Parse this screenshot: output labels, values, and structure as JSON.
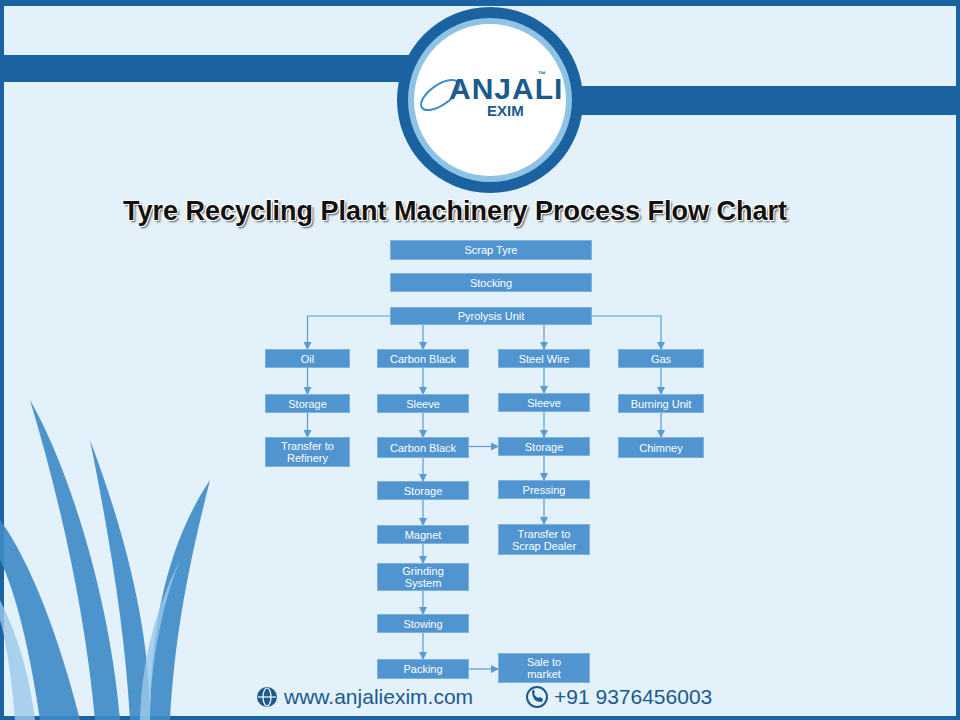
{
  "diagram": {
    "title": "Tyre Recycling Plant Machinery Process Flow Chart",
    "nodes": [
      {
        "text": [
          "Scrap Tyre"
        ]
      },
      {
        "text": [
          "Stocking"
        ]
      },
      {
        "text": [
          "Pyrolysis Unit"
        ]
      },
      {
        "text": [
          "Oil"
        ]
      },
      {
        "text": [
          "Carbon Black"
        ]
      },
      {
        "text": [
          "Steel Wire"
        ]
      },
      {
        "text": [
          "Gas"
        ]
      },
      {
        "text": [
          "Storage"
        ]
      },
      {
        "text": [
          "Sleeve"
        ]
      },
      {
        "text": [
          "Sleeve"
        ]
      },
      {
        "text": [
          "Burning Unit"
        ]
      },
      {
        "text": [
          "Transfer to Refinery"
        ]
      },
      {
        "text": [
          "Carbon Black"
        ]
      },
      {
        "text": [
          "Storage"
        ]
      },
      {
        "text": [
          "Chimney"
        ]
      },
      {
        "text": [
          "Storage"
        ]
      },
      {
        "text": [
          "Pressing"
        ]
      },
      {
        "text": [
          "Magnet"
        ]
      },
      {
        "text": [
          "Transfer to Scrap Dealer"
        ]
      },
      {
        "text": [
          "Grinding System"
        ]
      },
      {
        "text": [
          "Stowing"
        ]
      },
      {
        "text": [
          "Packing"
        ]
      },
      {
        "text": [
          "Sale to market"
        ]
      }
    ],
    "edges": [
      {
        "from": 2,
        "to": 3,
        "arrow": "to"
      },
      {
        "from": 2,
        "to": 4,
        "arrow": "to"
      },
      {
        "from": 2,
        "to": 5,
        "arrow": "to"
      },
      {
        "from": 2,
        "to": 6,
        "arrow": "to"
      },
      {
        "from": 3,
        "to": 7,
        "arrow": "to"
      },
      {
        "from": 7,
        "to": 11,
        "arrow": "to"
      },
      {
        "from": 4,
        "to": 8,
        "arrow": "to"
      },
      {
        "from": 8,
        "to": 12,
        "arrow": "to"
      },
      {
        "from": 12,
        "to": 13,
        "arrow": "to"
      },
      {
        "from": 12,
        "to": 15,
        "arrow": "to"
      },
      {
        "from": 15,
        "to": 17,
        "arrow": "to"
      },
      {
        "from": 17,
        "to": 19,
        "arrow": "to"
      },
      {
        "from": 19,
        "to": 20,
        "arrow": "to"
      },
      {
        "from": 20,
        "to": 21,
        "arrow": "to"
      },
      {
        "from": 21,
        "to": 22,
        "arrow": "to"
      },
      {
        "from": 5,
        "to": 9,
        "arrow": "to"
      },
      {
        "from": 9,
        "to": 13,
        "arrow": "to"
      },
      {
        "from": 13,
        "to": 16,
        "arrow": "to"
      },
      {
        "from": 16,
        "to": 18,
        "arrow": "to"
      },
      {
        "from": 6,
        "to": 10,
        "arrow": "to"
      },
      {
        "from": 10,
        "to": 14,
        "arrow": "to"
      }
    ],
    "labels": [
      "ANJALI",
      "™",
      "EXIM",
      "www.anjaliexim.com",
      "+91 9376456003"
    ]
  }
}
